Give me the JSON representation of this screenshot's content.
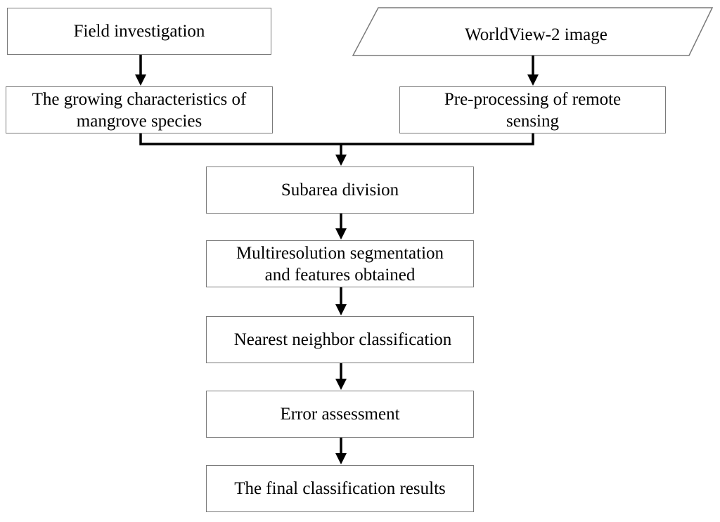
{
  "nodes": {
    "field_investigation": "Field investigation",
    "worldview_image": "WorldView-2 image",
    "growing_characteristics": {
      "line1": "The growing characteristics of",
      "line2": "mangrove species"
    },
    "preprocessing": {
      "line1": "Pre-processing of remote",
      "line2": "sensing"
    },
    "subarea_division": "Subarea division",
    "segmentation": {
      "line1": "Multiresolution segmentation",
      "line2": "and features obtained"
    },
    "nearest_neighbor": "Nearest neighbor classification",
    "error_assessment": "Error assessment",
    "final_results": "The final classification results"
  },
  "colors": {
    "box_border": "#7a7a7a",
    "arrow": "#000000",
    "text": "#000000",
    "background": "#ffffff"
  }
}
